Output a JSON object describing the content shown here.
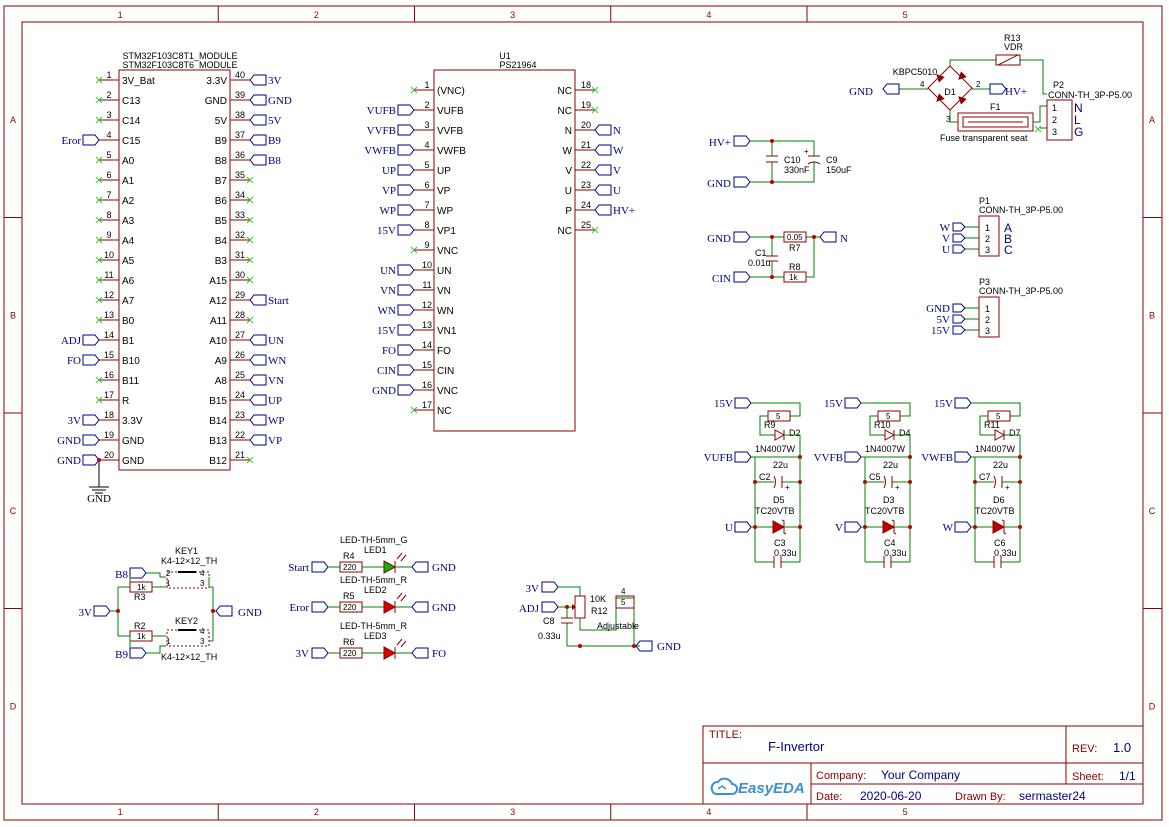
{
  "frame": {
    "cols": [
      "1",
      "2",
      "3",
      "4",
      "5"
    ],
    "rows": [
      "A",
      "B",
      "C",
      "D"
    ]
  },
  "mcu": {
    "name1": "STM32F103C8T1_MODULE",
    "name2": "STM32F103C8T6_MODULE",
    "left": [
      {
        "num": "1",
        "name": "3V_Bat",
        "net": ""
      },
      {
        "num": "2",
        "name": "C13",
        "net": ""
      },
      {
        "num": "3",
        "name": "C14",
        "net": ""
      },
      {
        "num": "4",
        "name": "C15",
        "net": "Eror"
      },
      {
        "num": "5",
        "name": "A0",
        "net": ""
      },
      {
        "num": "6",
        "name": "A1",
        "net": ""
      },
      {
        "num": "7",
        "name": "A2",
        "net": ""
      },
      {
        "num": "8",
        "name": "A3",
        "net": ""
      },
      {
        "num": "9",
        "name": "A4",
        "net": ""
      },
      {
        "num": "10",
        "name": "A5",
        "net": ""
      },
      {
        "num": "11",
        "name": "A6",
        "net": ""
      },
      {
        "num": "12",
        "name": "A7",
        "net": ""
      },
      {
        "num": "13",
        "name": "B0",
        "net": ""
      },
      {
        "num": "14",
        "name": "B1",
        "net": "ADJ"
      },
      {
        "num": "15",
        "name": "B10",
        "net": "FO"
      },
      {
        "num": "16",
        "name": "B11",
        "net": ""
      },
      {
        "num": "17",
        "name": "R",
        "net": ""
      },
      {
        "num": "18",
        "name": "3.3V",
        "net": "3V"
      },
      {
        "num": "19",
        "name": "GND",
        "net": "GND"
      },
      {
        "num": "20",
        "name": "GND",
        "net": "GND"
      }
    ],
    "right": [
      {
        "num": "40",
        "name": "3.3V",
        "net": "3V"
      },
      {
        "num": "39",
        "name": "GND",
        "net": "GND"
      },
      {
        "num": "38",
        "name": "5V",
        "net": "5V"
      },
      {
        "num": "37",
        "name": "B9",
        "net": "B9"
      },
      {
        "num": "36",
        "name": "B8",
        "net": "B8"
      },
      {
        "num": "35",
        "name": "B7",
        "net": ""
      },
      {
        "num": "34",
        "name": "B6",
        "net": ""
      },
      {
        "num": "33",
        "name": "B5",
        "net": ""
      },
      {
        "num": "32",
        "name": "B4",
        "net": ""
      },
      {
        "num": "31",
        "name": "B3",
        "net": ""
      },
      {
        "num": "30",
        "name": "A15",
        "net": ""
      },
      {
        "num": "29",
        "name": "A12",
        "net": "Start"
      },
      {
        "num": "28",
        "name": "A11",
        "net": ""
      },
      {
        "num": "27",
        "name": "A10",
        "net": "UN"
      },
      {
        "num": "26",
        "name": "A9",
        "net": "WN"
      },
      {
        "num": "25",
        "name": "A8",
        "net": "VN"
      },
      {
        "num": "24",
        "name": "B15",
        "net": "UP"
      },
      {
        "num": "23",
        "name": "B14",
        "net": "WP"
      },
      {
        "num": "22",
        "name": "B13",
        "net": "VP"
      },
      {
        "num": "21",
        "name": "B12",
        "net": ""
      }
    ],
    "gnd_label": "GND"
  },
  "ipm": {
    "ref": "U1",
    "part": "PS21964",
    "left": [
      {
        "num": "1",
        "name": "(VNC)",
        "net": ""
      },
      {
        "num": "2",
        "name": "VUFB",
        "net": "VUFB"
      },
      {
        "num": "3",
        "name": "VVFB",
        "net": "VVFB"
      },
      {
        "num": "4",
        "name": "VWFB",
        "net": "VWFB"
      },
      {
        "num": "5",
        "name": "UP",
        "net": "UP"
      },
      {
        "num": "6",
        "name": "VP",
        "net": "VP"
      },
      {
        "num": "7",
        "name": "WP",
        "net": "WP"
      },
      {
        "num": "8",
        "name": "VP1",
        "net": "15V"
      },
      {
        "num": "9",
        "name": "VNC",
        "net": ""
      },
      {
        "num": "10",
        "name": "UN",
        "net": "UN"
      },
      {
        "num": "11",
        "name": "VN",
        "net": "VN"
      },
      {
        "num": "12",
        "name": "WN",
        "net": "WN"
      },
      {
        "num": "13",
        "name": "VN1",
        "net": "15V"
      },
      {
        "num": "14",
        "name": "FO",
        "net": "FO"
      },
      {
        "num": "15",
        "name": "CIN",
        "net": "CIN"
      },
      {
        "num": "16",
        "name": "VNC",
        "net": "GND"
      },
      {
        "num": "17",
        "name": "NC",
        "net": ""
      }
    ],
    "right": [
      {
        "num": "18",
        "name": "NC",
        "net": ""
      },
      {
        "num": "19",
        "name": "NC",
        "net": ""
      },
      {
        "num": "20",
        "name": "N",
        "net": "N"
      },
      {
        "num": "21",
        "name": "W",
        "net": "W"
      },
      {
        "num": "22",
        "name": "V",
        "net": "V"
      },
      {
        "num": "23",
        "name": "U",
        "net": "U"
      },
      {
        "num": "24",
        "name": "P",
        "net": "HV+"
      },
      {
        "num": "25",
        "name": "NC",
        "net": ""
      }
    ]
  },
  "bridge": {
    "label": "KBPC5010",
    "ref": "D1",
    "pin4": "4",
    "pin2": "2",
    "pin3": "3",
    "gnd": "GND",
    "hv": "HV+",
    "vdr_ref": "R13",
    "vdr_val": "VDR",
    "fuse_ref": "F1",
    "fuse_val": "Fuse transparent seat"
  },
  "p2": {
    "ref": "P2",
    "part": "CONN-TH_3P-P5.00",
    "pins": [
      "1",
      "2",
      "3"
    ],
    "letters": [
      "N",
      "L",
      "G"
    ]
  },
  "caps_hv": {
    "hv": "HV+",
    "gnd": "GND",
    "c10_ref": "C10",
    "c10_val": "330nF",
    "c9_ref": "C9",
    "c9_val": "150uF",
    "plus": "+"
  },
  "shunt": {
    "gnd": "GND",
    "n": "N",
    "cin": "CIN",
    "r7_ref": "R7",
    "r7_val": "0.05",
    "c1_ref": "C1",
    "c1_val": "0.01u",
    "r8_ref": "R8",
    "r8_val": "1k"
  },
  "p1": {
    "ref": "P1",
    "part": "CONN-TH_3P-P5.00",
    "pins": [
      "1",
      "2",
      "3"
    ],
    "nets": [
      "W",
      "V",
      "U"
    ],
    "letters": [
      "A",
      "B",
      "C"
    ]
  },
  "p3": {
    "ref": "P3",
    "part": "CONN-TH_3P-P5.00",
    "pins": [
      "1",
      "2",
      "3"
    ],
    "nets": [
      "GND",
      "5V",
      "15V"
    ]
  },
  "bootstrap": [
    {
      "v15": "15V",
      "rref": "R9",
      "rval": "5",
      "dref": "D2",
      "dval": "1N4007W",
      "fb": "VUFB",
      "cref": "C2",
      "cval": "22u",
      "zref": "D5",
      "zval": "TC20VTB",
      "out": "U",
      "c2ref": "C3",
      "c2val": "0.33u",
      "plus": "+"
    },
    {
      "v15": "15V",
      "rref": "R10",
      "rval": "5",
      "dref": "D4",
      "dval": "1N4007W",
      "fb": "VVFB",
      "cref": "C5",
      "cval": "22u",
      "zref": "D3",
      "zval": "TC20VTB",
      "out": "V",
      "c2ref": "C4",
      "c2val": "0.33u",
      "plus": "+"
    },
    {
      "v15": "15V",
      "rref": "R11",
      "rval": "5",
      "dref": "D7",
      "dval": "1N4007W",
      "fb": "VWFB",
      "cref": "C7",
      "cval": "22u",
      "zref": "D6",
      "zval": "TC20VTB",
      "out": "W",
      "c2ref": "C6",
      "c2val": "0.33u",
      "plus": "+"
    }
  ],
  "keys": {
    "k1_ref": "KEY1",
    "k1_val": "K4-12×12_TH",
    "k2_ref": "KEY2",
    "k2_val": "K4-12×12_TH",
    "b8": "B8",
    "b9": "B9",
    "v3": "3V",
    "gnd": "GND",
    "r3_ref": "R3",
    "r3_val": "1k",
    "r2_ref": "R2",
    "r2_val": "1k",
    "pins": [
      "2",
      "4",
      "1",
      "3"
    ]
  },
  "leds": [
    {
      "net": "Start",
      "rref": "R4",
      "rval": "220",
      "lval": "LED-TH-5mm_G",
      "lref": "LED1",
      "out": "GND",
      "color": "#00c000"
    },
    {
      "net": "Eror",
      "rref": "R5",
      "rval": "220",
      "lval": "LED-TH-5mm_R",
      "lref": "LED2",
      "out": "GND",
      "color": "#e00000"
    },
    {
      "net": "3V",
      "rref": "R6",
      "rval": "220",
      "lval": "LED-TH-5mm_R",
      "lref": "LED3",
      "out": "FO",
      "color": "#e00000"
    }
  ],
  "pot": {
    "v3": "3V",
    "adj": "ADJ",
    "gnd": "GND",
    "val": "10K",
    "ref": "R12",
    "note": "Adjustable",
    "c8_ref": "C8",
    "c8_val": "0.33u",
    "p4": "4",
    "p5": "5"
  },
  "titleblock": {
    "title_label": "TITLE:",
    "title": "F-Invertor",
    "rev_label": "REV:",
    "rev": "1.0",
    "company_label": "Company:",
    "company": "Your Company",
    "sheet_label": "Sheet:",
    "sheet": "1/1",
    "date_label": "Date:",
    "date": "2020-06-20",
    "drawn_label": "Drawn By:",
    "drawn": "sermaster24",
    "logo": "EasyEDA"
  },
  "colors": {
    "frame": "#8b0000",
    "wire": "#008000",
    "net": "#00008b",
    "text": "#000080",
    "nc": "#33cc33",
    "junction": "#c00000"
  }
}
